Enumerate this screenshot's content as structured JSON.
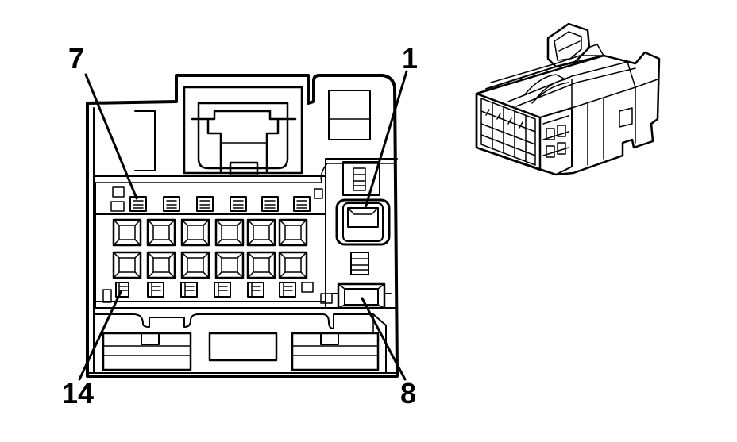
{
  "diagram": {
    "labels": {
      "pin_7": "7",
      "pin_1": "1",
      "pin_14": "14",
      "pin_8": "8"
    },
    "colors": {
      "stroke": "#000000",
      "background": "#ffffff"
    }
  }
}
